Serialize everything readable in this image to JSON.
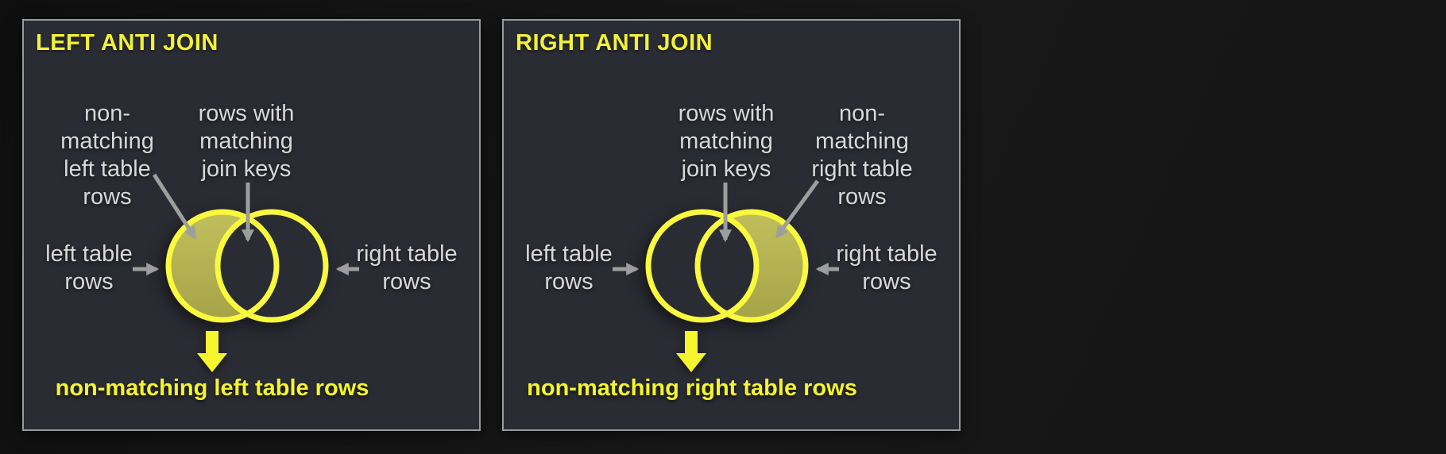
{
  "colors": {
    "page_background": "#141414",
    "panel_background": "#2a2c33",
    "panel_border": "#9a9a9a",
    "title_yellow": "#f2f139",
    "result_yellow": "#f5f52b",
    "venn_stroke_yellow": "#f9f93d",
    "venn_fill_olive": "#b3b151",
    "label_gray": "#d8d8d8",
    "arrow_gray": "#9e9e9e"
  },
  "panels": [
    {
      "title": "LEFT ANTI JOIN",
      "highlighted_region": "left-crescent",
      "callouts": {
        "non_matching": [
          "non-",
          "matching",
          "left table",
          "rows"
        ],
        "matching_keys": [
          "rows with",
          "matching",
          "join keys"
        ],
        "left_table": [
          "left table",
          "rows"
        ],
        "right_table": [
          "right table",
          "rows"
        ]
      },
      "result": "non-matching left table rows"
    },
    {
      "title": "RIGHT ANTI JOIN",
      "highlighted_region": "right-crescent",
      "callouts": {
        "non_matching": [
          "non-",
          "matching",
          "right table",
          "rows"
        ],
        "matching_keys": [
          "rows with",
          "matching",
          "join keys"
        ],
        "left_table": [
          "left table",
          "rows"
        ],
        "right_table": [
          "right table",
          "rows"
        ]
      },
      "result": "non-matching right table rows"
    }
  ]
}
